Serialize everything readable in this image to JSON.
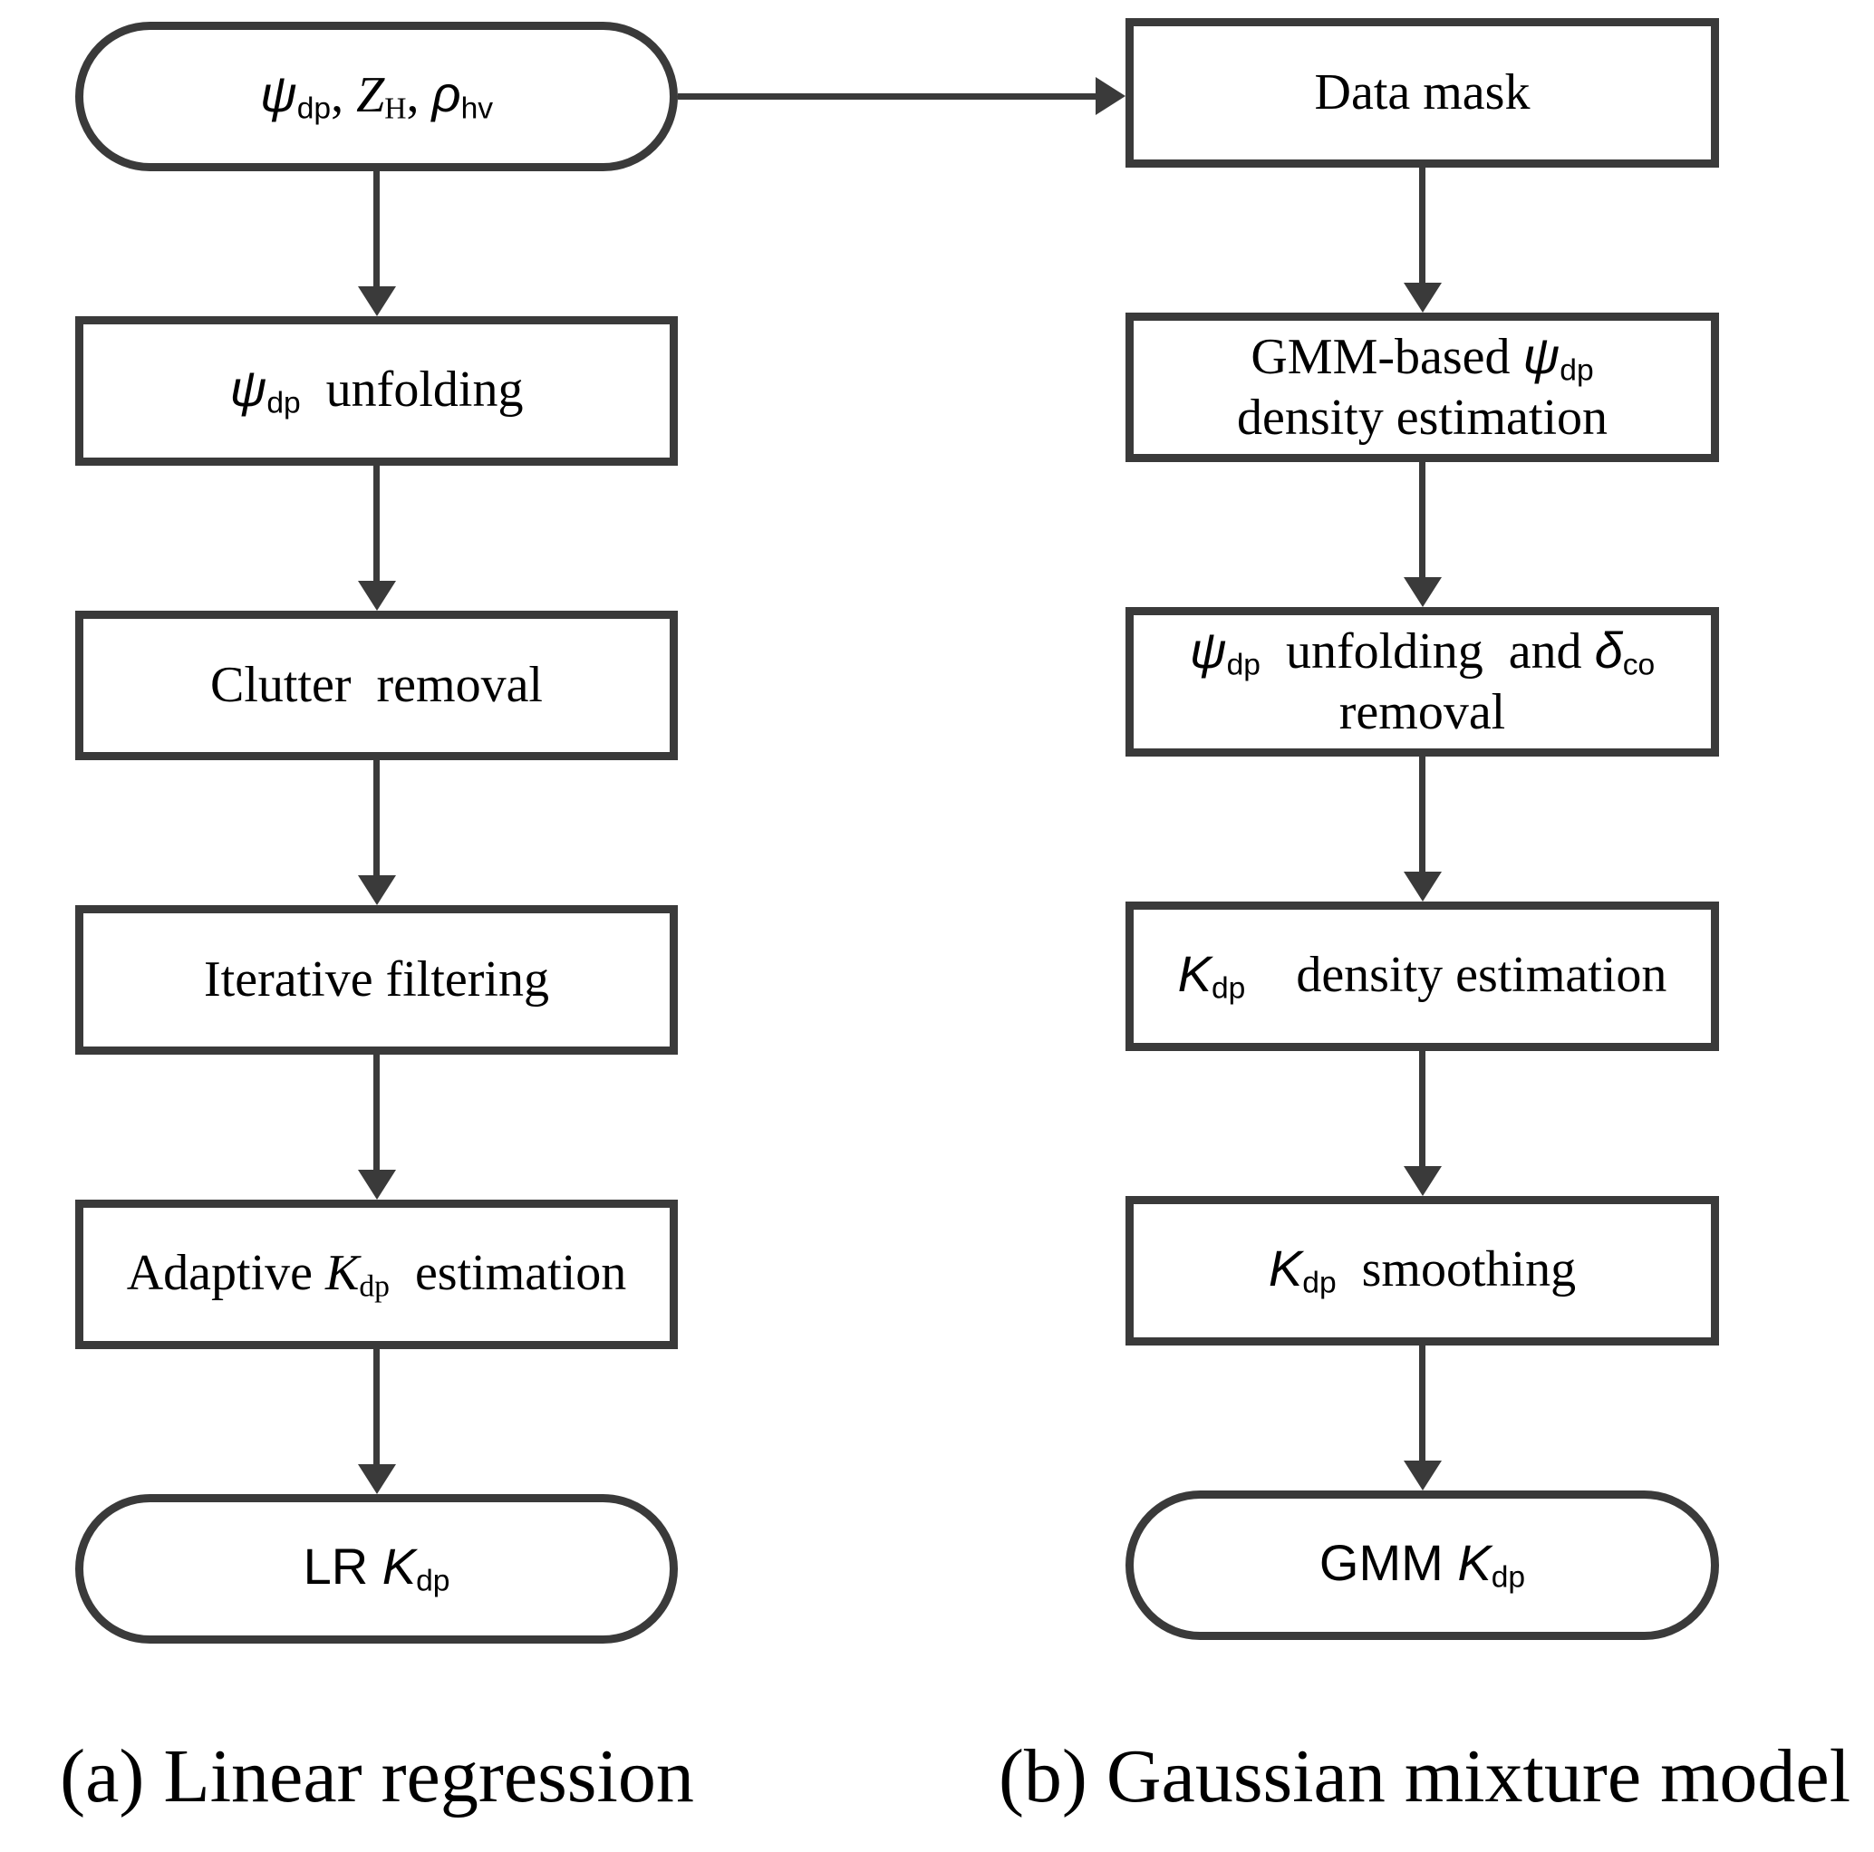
{
  "figure": {
    "colors": {
      "line": "#3a3a3a",
      "background": "#ffffff",
      "text": "#000000"
    },
    "left": {
      "caption": "(a) Linear regression",
      "nodes": [
        {
          "shape": "stadium",
          "name": "input-variables",
          "segments": [
            {
              "t": "ψ",
              "s": "si"
            },
            {
              "t": "dp",
              "s": "sb"
            },
            {
              "t": ", ",
              "s": "r"
            },
            {
              "t": "Z",
              "s": "i"
            },
            {
              "t": "H",
              "s": "sbr"
            },
            {
              "t": ", ",
              "s": "r"
            },
            {
              "t": "ρ",
              "s": "si"
            },
            {
              "t": "hv",
              "s": "sb"
            }
          ]
        },
        {
          "shape": "rect",
          "name": "psidp-unfolding",
          "segments": [
            {
              "t": "ψ",
              "s": "si"
            },
            {
              "t": "dp",
              "s": "sb"
            },
            {
              "t": " unfolding",
              "s": "r"
            }
          ]
        },
        {
          "shape": "rect",
          "name": "clutter-removal",
          "segments": [
            {
              "t": "Clutter removal",
              "s": "r"
            }
          ]
        },
        {
          "shape": "rect",
          "name": "iterative-filtering",
          "segments": [
            {
              "t": "Iterative filtering",
              "s": "r"
            }
          ]
        },
        {
          "shape": "rect",
          "name": "adaptive-kdp-estimation",
          "segments": [
            {
              "t": "Adaptive ",
              "s": "r"
            },
            {
              "t": "K",
              "s": "i"
            },
            {
              "t": "dp",
              "s": "sbr"
            },
            {
              "t": " estimation",
              "s": "r"
            }
          ]
        },
        {
          "shape": "stadium",
          "name": "lr-kdp-output",
          "segments": [
            {
              "t": "LR ",
              "s": "sn"
            },
            {
              "t": "K",
              "s": "si"
            },
            {
              "t": "dp",
              "s": "sb"
            }
          ]
        }
      ]
    },
    "right": {
      "caption": "(b) Gaussian mixture model",
      "nodes": [
        {
          "shape": "rect",
          "name": "data-mask",
          "segments": [
            {
              "t": "Data mask",
              "s": "r"
            }
          ]
        },
        {
          "shape": "rect",
          "name": "gmm-based-psidp-density-estimation",
          "segments": [
            {
              "t": "GMM-based ",
              "s": "r"
            },
            {
              "t": "ψ",
              "s": "si"
            },
            {
              "t": "dp",
              "s": "sb"
            },
            {
              "s": "br"
            },
            {
              "t": "density estimation",
              "s": "r"
            }
          ]
        },
        {
          "shape": "rect",
          "name": "psidp-unfolding-and-deltaco-removal",
          "segments": [
            {
              "t": "ψ",
              "s": "si"
            },
            {
              "t": "dp",
              "s": "sb"
            },
            {
              "t": " unfolding and ",
              "s": "r"
            },
            {
              "t": "δ",
              "s": "si"
            },
            {
              "t": "co",
              "s": "sb"
            },
            {
              "s": "br"
            },
            {
              "t": "removal",
              "s": "r"
            }
          ]
        },
        {
          "shape": "rect",
          "name": "kdp-density-estimation",
          "segments": [
            {
              "t": "K",
              "s": "si"
            },
            {
              "t": "dp",
              "s": "sb"
            },
            {
              "t": "  density estimation",
              "s": "r"
            }
          ]
        },
        {
          "shape": "rect",
          "name": "kdp-smoothing",
          "segments": [
            {
              "t": "K",
              "s": "si"
            },
            {
              "t": "dp",
              "s": "sb"
            },
            {
              "t": " smoothing",
              "s": "r"
            }
          ]
        },
        {
          "shape": "stadium",
          "name": "gmm-kdp-output",
          "segments": [
            {
              "t": "GMM ",
              "s": "sn"
            },
            {
              "t": "K",
              "s": "si"
            },
            {
              "t": "dp",
              "s": "sb"
            }
          ]
        }
      ]
    }
  }
}
